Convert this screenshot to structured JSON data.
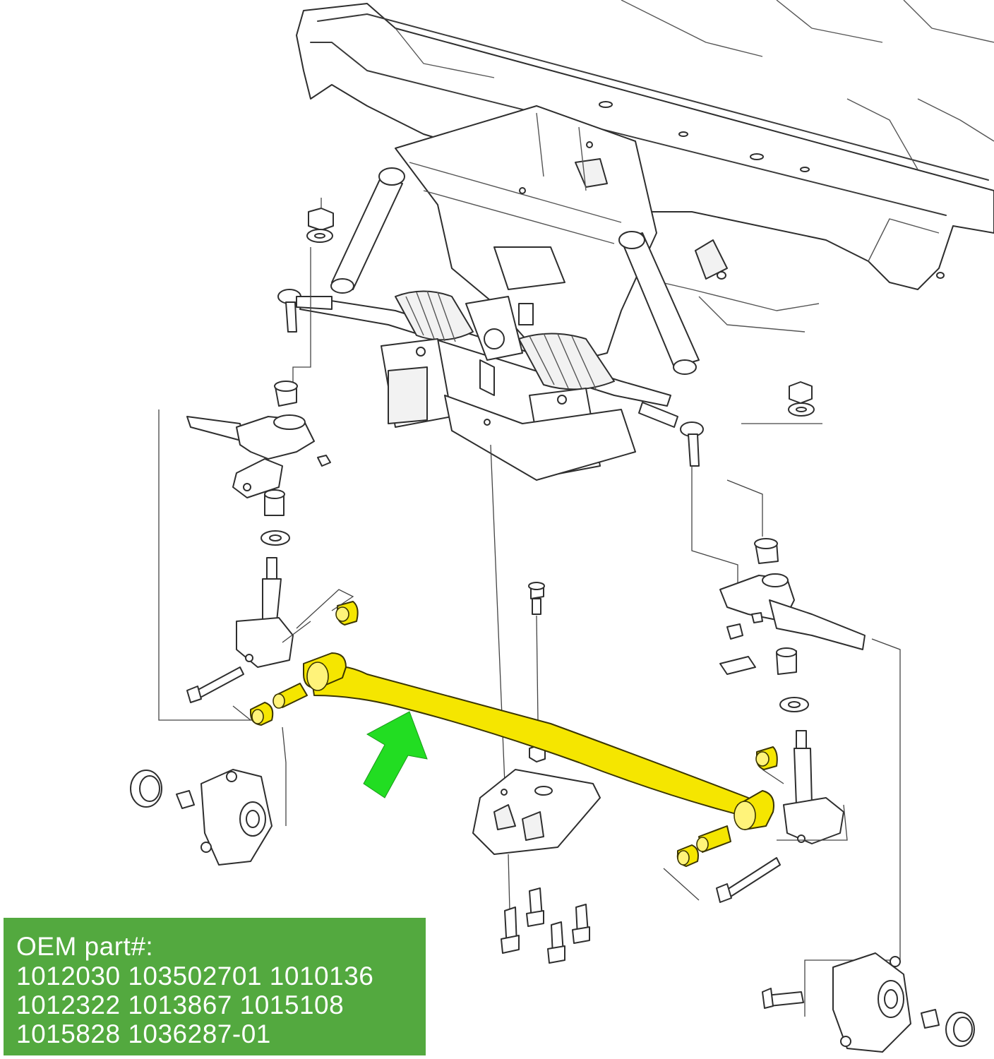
{
  "oem": {
    "heading": "OEM part#:",
    "lines": [
      "1012030 103502701 1010136",
      "1012322 1013867 1015108",
      "1015828 1036287-01"
    ]
  },
  "colors": {
    "highlight": "#f5e600",
    "arrow": "#22dd22",
    "label_background": "#53a93f",
    "label_text": "#ffffff"
  },
  "icons": {
    "pointer": "green-arrow-icon"
  }
}
